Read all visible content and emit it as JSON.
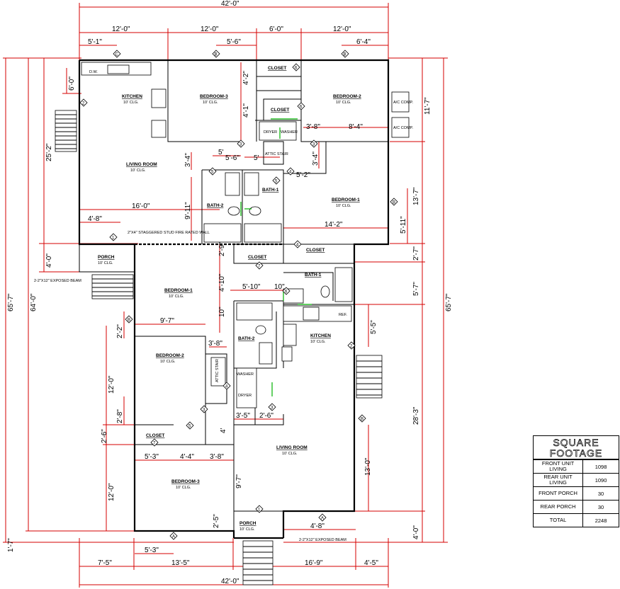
{
  "dimensions": {
    "top_total": "42'-0\"",
    "top_segments": [
      "12'-0\"",
      "12'-0\"",
      "6'-0\"",
      "12'-0\""
    ],
    "top_sub": [
      "5'-1\"",
      "5'-6\"",
      "6'-4\""
    ],
    "bottom_total": "42'-0\"",
    "bottom_segments": [
      "7'-5\"",
      "13'-5\"",
      "16'-9\"",
      "4'-5\""
    ],
    "left_outer": "65'-7\"",
    "left_inner": "64'-0\"",
    "left_25": "25'-2\"",
    "left_4": "4'-0\"",
    "left_1_7": "1'-7\"",
    "left_12a": "12'-0\"",
    "left_12b": "12'-0\"",
    "left_2_2": "2'-2\"",
    "left_2_8": "2'-8\"",
    "left_2_6": "2'-6\"",
    "left_6_0": "6'-0\"",
    "right_outer": "65'-7\"",
    "right_11_7": "11'-7\"",
    "right_13_7": "13'-7\"",
    "right_5_11": "5'-11\"",
    "right_2_7": "2'-7\"",
    "right_5_7": "5'-7\"",
    "right_28_3": "28'-3\"",
    "right_13_0": "13'-0\"",
    "right_4_0": "4'-0\"",
    "right_5_5": "5'-5\"",
    "interior": {
      "d16": "16'-0\"",
      "d4_8a": "4'-8\"",
      "d14_2": "14'-2\"",
      "d9_11": "9'-11\"",
      "d3_4a": "3'-4\"",
      "d3_4b": "3'-4\"",
      "d5a": "5'",
      "d5_6": "5'-6\"",
      "d5b": "5'",
      "d4_2": "4'-2\"",
      "d4_1": "4'-1\"",
      "d3_8a": "3'-8\"",
      "d8_4": "8'-4\"",
      "d5_2": "5'-2\"",
      "d2_9": "2'-9\"",
      "d4_10": "4'-10\"",
      "d5_10": "5'-10\"",
      "d10": "10\"",
      "d9_7": "9'-7\"",
      "d10b": "10\"",
      "d3_8b": "3'-8\"",
      "d3_5": "3'-5\"",
      "d2_6": "2'-6\"",
      "d4": "4'",
      "d5_3a": "5'-3\"",
      "d4_4": "4'-4\"",
      "d3_8c": "3'-8\"",
      "d9_7b": "9'-7\"",
      "d2_5": "2'-5\"",
      "d5_3b": "5'-3\"",
      "d4_8b": "4'-8\""
    }
  },
  "rooms": {
    "kitchen_top": [
      "KITCHEN",
      "10' CLG."
    ],
    "bedroom3_top": [
      "BEDROOM-3",
      "10' CLG."
    ],
    "bedroom2_top": [
      "BEDROOM-2",
      "10' CLG."
    ],
    "living_top": [
      "LIVING ROOM",
      "10' CLG."
    ],
    "bedroom1_top": [
      "BEDROOM-1",
      "10' CLG."
    ],
    "bath2_top": "BATH-2",
    "bath1_top": "BATH-1",
    "closet_a": "CLOSET",
    "closet_b": "CLOSET",
    "closet_c": "CLOSET",
    "closet_d": "CLOSET",
    "closet_e": "CLOSET",
    "porch_top": [
      "PORCH",
      "10' CLG."
    ],
    "bedroom1_bot": [
      "BEDROOM-1",
      "10' CLG."
    ],
    "bath1_bot": "BATH-1",
    "bath2_bot": "BATH-2",
    "kitchen_bot": [
      "KITCHEN",
      "10' CLG."
    ],
    "bedroom2_bot": [
      "BEDROOM-2",
      "10' CLG."
    ],
    "living_bot": [
      "LIVING ROOM",
      "10' CLG."
    ],
    "bedroom3_bot": [
      "BEDROOM-3",
      "10' CLG."
    ],
    "porch_bot": [
      "PORCH",
      "10' CLG."
    ]
  },
  "notes": {
    "stud_wall": "2\"X4\" STAGGERED STUD FIRE RATED WALL",
    "beam_left": "2-2\"X12\" EXPOSED BEAM",
    "beam_bottom": "2-2\"X12\" EXPOSED BEAM",
    "dryer_top": "DRYER",
    "washer_top": "WASHER",
    "attic_top": "ATTIC STAIR",
    "attic_bot": "ATTIC STAIR",
    "washer_bot": "WASHER",
    "dryer_bot": "DRYER",
    "ref": "REF.",
    "dw": "D.W.",
    "ac1": "A/C COMP.",
    "ac2": "A/C COMP."
  },
  "square_footage": {
    "title": "SQUARE FOOTAGE",
    "rows": [
      {
        "label": "FRONT UNIT LIVING",
        "value": "1098"
      },
      {
        "label": "REAR UNIT LIVING",
        "value": "1090"
      },
      {
        "label": "FRONT PORCH",
        "value": "30"
      },
      {
        "label": "REAR PORCH",
        "value": "30"
      },
      {
        "label": "TOTAL",
        "value": "2248"
      }
    ]
  }
}
